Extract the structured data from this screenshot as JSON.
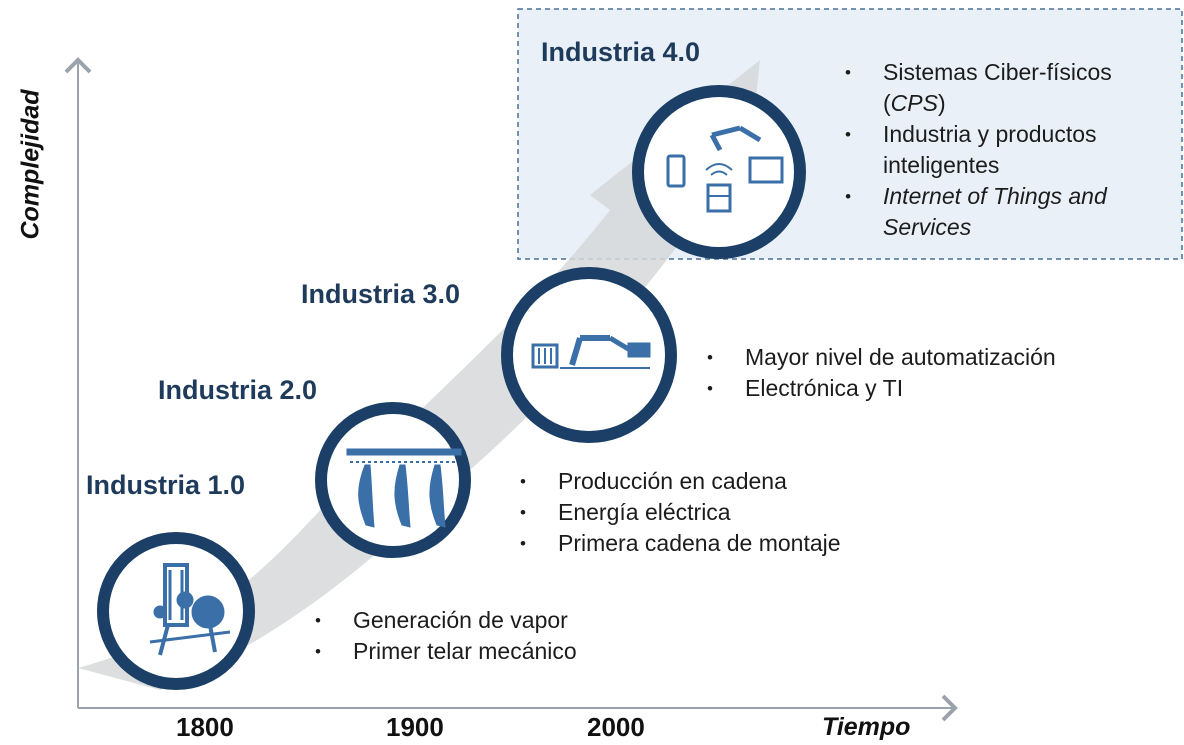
{
  "axes": {
    "y_label": "Complejidad",
    "x_label": "Tiempo"
  },
  "years": [
    "1800",
    "1900",
    "2000"
  ],
  "stages": [
    {
      "title": "Industria 1.0",
      "bullets": [
        "Generación de vapor",
        "Primer telar mecánico"
      ]
    },
    {
      "title": "Industria 2.0",
      "bullets": [
        "Producción en cadena",
        "Energía eléctrica",
        "Primera cadena de montaje"
      ]
    },
    {
      "title": "Industria 3.0",
      "bullets": [
        "Mayor nivel de automatización",
        "Electrónica y TI"
      ]
    },
    {
      "title": "Industria 4.0",
      "bullets": [
        "Sistemas Ciber-físicos (",
        "CPS",
        ")",
        "Industria y productos inteligentes",
        "Internet of Things and Services"
      ]
    }
  ],
  "colors": {
    "circle_ring": "#1b3f66",
    "icon": "#3a6fa8",
    "highlight_box": "#e9f0f8",
    "arrow": "#d6d8da"
  }
}
